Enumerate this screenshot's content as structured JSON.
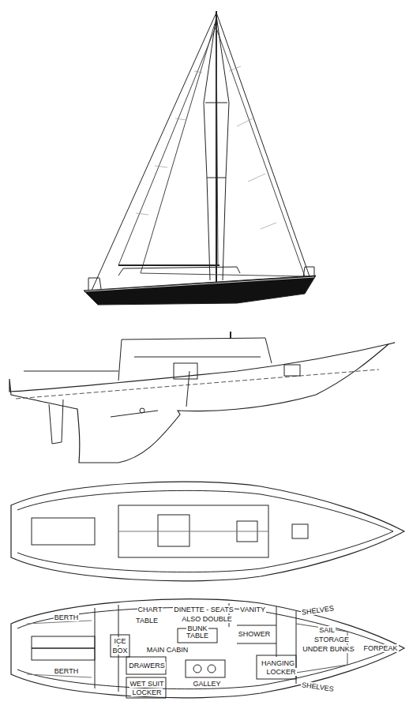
{
  "diagram": {
    "labels": [
      "BERTH",
      "CHART",
      "TABLE",
      "DINETTE - SEATS",
      "ALSO DOUBLE",
      "BUNK",
      "VANITY",
      "SHELVES",
      "TABLE",
      "SHOWER",
      "SAIL",
      "STORAGE",
      "UNDER BUNKS",
      "FORPEAK",
      "ICE",
      "BOX",
      "MAIN CABIN",
      "HANGING",
      "LOCKER",
      "BERTH",
      "DRAWERS",
      "GALLEY",
      "WET SUIT",
      "LOCKER",
      "SHELVES"
    ]
  }
}
